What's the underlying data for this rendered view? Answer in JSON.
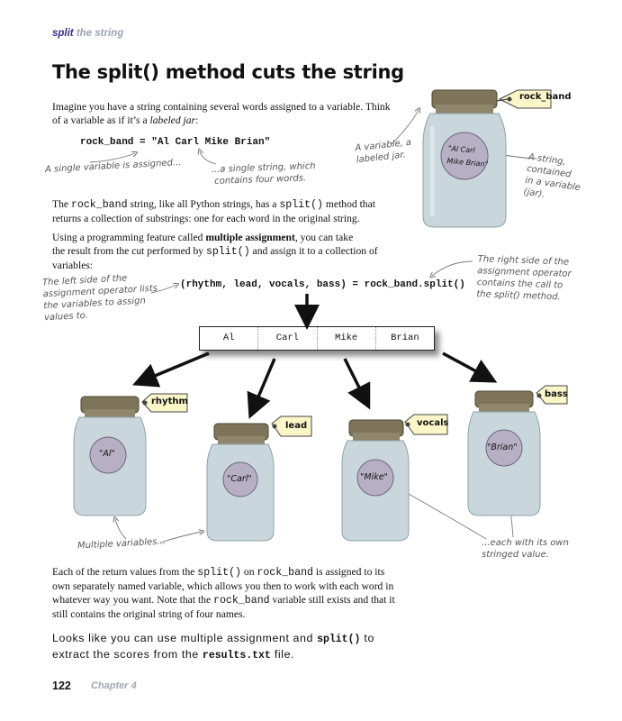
{
  "header": {
    "bold": "split",
    "rest": " the string"
  },
  "title": "The split() method cuts the string",
  "intro": {
    "line1": "Imagine you have a string containing several words assigned to a variable. Think",
    "line2a": "of a variable as if it’s a ",
    "line2b": "labeled jar",
    "line2c": ":"
  },
  "code1": "rock_band = \"Al Carl Mike Brian\"",
  "notes": {
    "single_var": "A single variable is assigned...",
    "single_string_1": "...a single string, which",
    "single_string_2": "contains four words.",
    "labeled_jar_1": "A variable, a",
    "labeled_jar_2": "labeled jar.",
    "string_contained_1": "A string,",
    "string_contained_2": "contained",
    "string_contained_3": "in a variable",
    "string_contained_4": "(jar).",
    "left_side_1": "The left side of the",
    "left_side_2": "assignment operator lists",
    "left_side_3": "the variables to assign",
    "left_side_4": "values to.",
    "right_side_1": "The right side of the",
    "right_side_2": "assignment operator",
    "right_side_3": "contains the call to",
    "right_side_4": "the split() method.",
    "multiple_vars": "Multiple variables...",
    "each_own_1": "...each with its own",
    "each_own_2": "stringed value."
  },
  "para2": {
    "a": "The ",
    "b": "rock_band",
    "c": " string, like all Python strings, has a ",
    "d": "split()",
    "e": " method that",
    "line2": "returns a collection of substrings: one for each word in the original string."
  },
  "para3": {
    "a": "Using a programming feature called ",
    "b": "multiple assignment",
    "c": ", you can take",
    "d": "the result from the cut performed by ",
    "e": "split()",
    "f": " and assign it to a collection of",
    "line3": "variables:"
  },
  "code2": "(rhythm, lead, vocals, bass) = rock_band.split()",
  "split_cells": [
    "Al",
    "Carl",
    "Mike",
    "Brian"
  ],
  "big_jar": {
    "label": "rock_band",
    "content_1": "\"Al Carl",
    "content_2": "Mike Brian\""
  },
  "jars": [
    {
      "label": "rhythm",
      "value": "\"Al\""
    },
    {
      "label": "lead",
      "value": "\"Carl\""
    },
    {
      "label": "vocals",
      "value": "\"Mike\""
    },
    {
      "label": "bass",
      "value": "\"Brian\""
    }
  ],
  "para4": {
    "l1a": "Each of the return values from the ",
    "l1b": "split()",
    "l1c": " on ",
    "l1d": "rock_band",
    "l1e": " is assigned to its",
    "l2": "own separately named variable, which allows you then to work with each word in",
    "l3a": "whatever way you want. Note that the ",
    "l3b": "rock_band",
    "l3c": " variable still exists and that it",
    "l4": "still contains the original string of four names."
  },
  "footer": {
    "a": "Looks like you can use multiple assignment and ",
    "b": "split()",
    "c": " to",
    "d": "extract the scores from the ",
    "e": "results.txt",
    "f": " file."
  },
  "page_number": "122",
  "chapter": "Chapter 4",
  "colors": {
    "jar_glass": "#c9d6dc",
    "jar_lid": "#7d745a",
    "tag": "#fbf6c8",
    "ball": "#b7b0c4"
  }
}
